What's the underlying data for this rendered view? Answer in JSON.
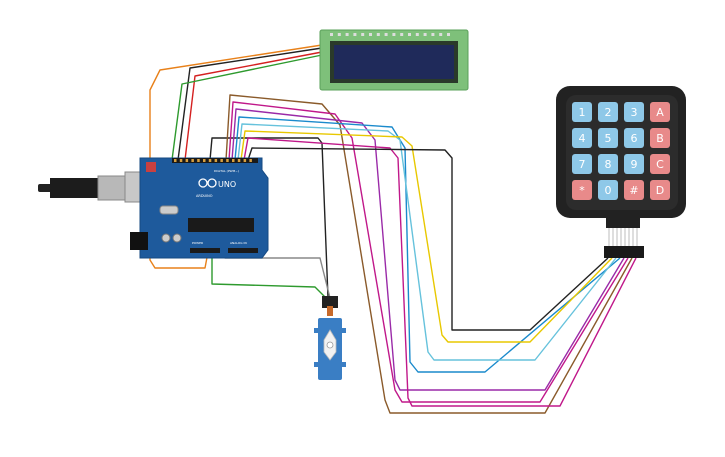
{
  "arduino": {
    "brand": "ARDUINO",
    "model": "UNO",
    "digital_label": "DIGITAL (PWM~)",
    "power_label": "POWER",
    "analog_label": "ANALOG IN"
  },
  "keypad": {
    "keys": [
      {
        "label": "1",
        "kind": "num"
      },
      {
        "label": "2",
        "kind": "num"
      },
      {
        "label": "3",
        "kind": "num"
      },
      {
        "label": "A",
        "kind": "letter"
      },
      {
        "label": "4",
        "kind": "num"
      },
      {
        "label": "5",
        "kind": "num"
      },
      {
        "label": "6",
        "kind": "num"
      },
      {
        "label": "B",
        "kind": "letter"
      },
      {
        "label": "7",
        "kind": "num"
      },
      {
        "label": "8",
        "kind": "num"
      },
      {
        "label": "9",
        "kind": "num"
      },
      {
        "label": "C",
        "kind": "letter"
      },
      {
        "label": "*",
        "kind": "letter"
      },
      {
        "label": "0",
        "kind": "num"
      },
      {
        "label": "#",
        "kind": "letter"
      },
      {
        "label": "D",
        "kind": "letter"
      }
    ]
  },
  "colors": {
    "board": "#1e5a9c",
    "lcd_pcb": "#7ec07a",
    "lcd_screen": "#1f2a5a",
    "keypad_body": "#222222",
    "key_num": "#8ec8e8",
    "key_letter": "#e88a8a",
    "servo": "#3a7ec4",
    "wire_orange": "#e8811a",
    "wire_black": "#222222",
    "wire_red": "#d42020",
    "wire_green": "#2e9a2e",
    "wire_brown": "#8a5a2a",
    "wire_magenta": "#c0188a",
    "wire_purple": "#9a2aa8",
    "wire_blue": "#1a8acc",
    "wire_lightblue": "#66c2dc",
    "wire_yellow": "#e8c800",
    "wire_gray": "#888888"
  }
}
